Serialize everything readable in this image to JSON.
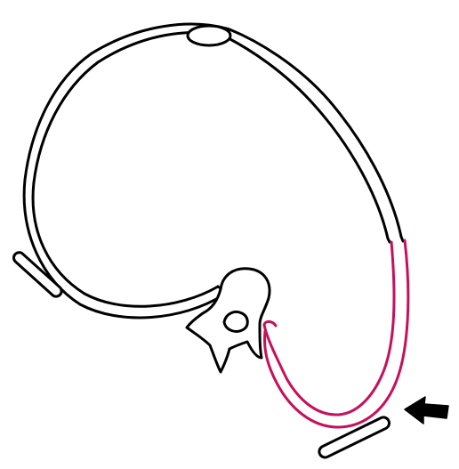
{
  "diagram": {
    "colors": {
      "outline": "#000000",
      "highlight": "#c8105a",
      "background": "#ffffff",
      "arrow": "#000000"
    },
    "parts": [
      {
        "name": "ring-tube",
        "color": "outline"
      },
      {
        "name": "ring-knot",
        "color": "outline"
      },
      {
        "name": "highlighted-segment",
        "color": "highlight"
      },
      {
        "name": "vertebra-shape",
        "color": "outline"
      },
      {
        "name": "left-bar",
        "color": "outline"
      },
      {
        "name": "bottom-bar",
        "color": "outline"
      },
      {
        "name": "pointer-arrow-icon",
        "color": "arrow"
      }
    ]
  }
}
